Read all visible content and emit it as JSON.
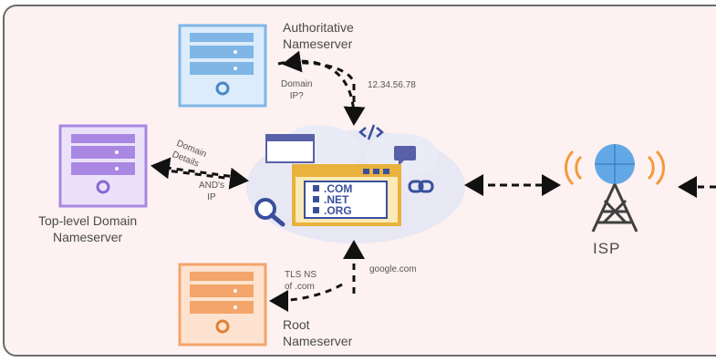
{
  "nodes": {
    "authoritative": {
      "label": "Authoritative\nNameserver"
    },
    "tld": {
      "label": "Top-level Domain\nNameserver"
    },
    "root": {
      "label": "Root\nNameserver"
    },
    "isp": {
      "label": "ISP"
    }
  },
  "resolver": {
    "domains": [
      ".COM",
      ".NET",
      ".ORG"
    ]
  },
  "edges": {
    "auth_request": "Domain\nIP?",
    "auth_response": "12.34.56.78",
    "tld_request": "Domain\nDetails",
    "tld_response": "AND's\nIP",
    "root_request": "google.com",
    "root_response": "TLS NS\nof .com"
  },
  "colors": {
    "panel_bg": "#fdf1f1",
    "panel_border": "#6b6b6b",
    "auth_server": "#7fb6e6",
    "tld_server": "#a987e3",
    "root_server": "#f3a56b",
    "resolver_frame": "#e8b23d",
    "tower": "#3f3f3f",
    "signal": "#f39a3a"
  }
}
